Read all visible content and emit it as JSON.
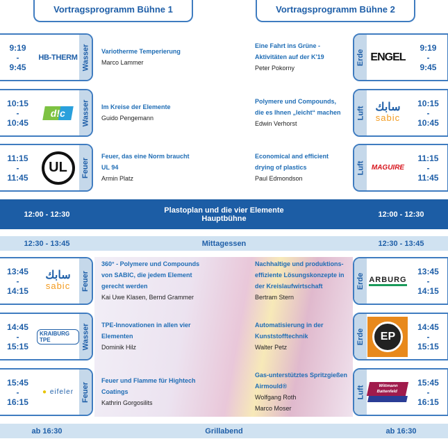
{
  "headers": [
    "Vortragsprogramm Bühne 1",
    "Vortragsprogramm Bühne 2"
  ],
  "colors": {
    "accent": "#1f5fa8",
    "tab": "#c5d8ea",
    "band": "#1c5da5",
    "light_band": "#d0e2f1"
  },
  "left": [
    {
      "start": "9:19",
      "end": "9:45",
      "logo": "HB-THERM",
      "element": "Wasser",
      "title": [
        "Variotherme Temperierung"
      ],
      "speakers": [
        "Marco Lammer"
      ]
    },
    {
      "start": "10:15",
      "end": "10:45",
      "logo": "d!c",
      "element": "Wasser",
      "title": [
        "Im Kreise der Elemente"
      ],
      "speakers": [
        "Guido Pengemann"
      ]
    },
    {
      "start": "11:15",
      "end": "11:45",
      "logo": "UL",
      "element": "Feuer",
      "title": [
        "Feuer, das eine Norm braucht",
        "UL 94"
      ],
      "speakers": [
        "Armin Platz"
      ]
    },
    {
      "start": "13:45",
      "end": "14:15",
      "logo": "sabic",
      "element": "Feuer",
      "title": [
        "360° - Polymere und Compounds",
        "von SABIC, die jedem Element",
        "gerecht werden"
      ],
      "speakers": [
        "Kai Uwe Klasen, Bernd Grammer"
      ]
    },
    {
      "start": "14:45",
      "end": "15:15",
      "logo": "KRAIBURG TPE",
      "element": "Wasser",
      "title": [
        "TPE-Innovationen in allen vier",
        "Elementen"
      ],
      "speakers": [
        "Dominik Hilz"
      ]
    },
    {
      "start": "15:45",
      "end": "16:15",
      "logo": "eifeler",
      "element": "Feuer",
      "title": [
        "Feuer und Flamme für Hightech",
        "Coatings"
      ],
      "speakers": [
        "Kathrin Gorgosilits"
      ]
    }
  ],
  "right": [
    {
      "start": "9:19",
      "end": "9:45",
      "logo": "ENGEL",
      "element": "Erde",
      "title": [
        "Eine Fahrt ins Grüne -",
        "Aktivitäten auf der K'19"
      ],
      "speakers": [
        "Peter Pokorny"
      ]
    },
    {
      "start": "10:15",
      "end": "10:45",
      "logo": "sabic",
      "element": "Luft",
      "title": [
        "Polymere und Compounds,",
        "die es Ihnen „leicht“ machen"
      ],
      "speakers": [
        "Edwin Verhorst"
      ]
    },
    {
      "start": "11:15",
      "end": "11:45",
      "logo": "MAGUIRE",
      "element": "Luft",
      "title": [
        "Economical and efficient",
        "drying of plastics"
      ],
      "speakers": [
        "Paul Edmondson"
      ]
    },
    {
      "start": "13:45",
      "end": "14:15",
      "logo": "ARBURG",
      "element": "Erde",
      "title": [
        "Nachhaltige und produktions-",
        "effiziente Lösungskonzepte in",
        "der Kreislaufwirtschaft"
      ],
      "speakers": [
        "Bertram Stern"
      ]
    },
    {
      "start": "14:45",
      "end": "15:15",
      "logo": "EP",
      "element": "Erde",
      "title": [
        "Automatisierung in der",
        "Kunststofftechnik"
      ],
      "speakers": [
        "Walter Petz"
      ]
    },
    {
      "start": "15:45",
      "end": "16:15",
      "logo": "Wittmann Battenfeld",
      "element": "Luft",
      "title": [
        "Gas-unterstütztes Spritzgießen",
        "Airmould®"
      ],
      "speakers": [
        "Wolfgang Roth",
        "Marco Moser"
      ]
    }
  ],
  "bands": [
    {
      "time": "12:00 - 12:30",
      "title": "Plastoplan und die vier Elemente",
      "subtitle": "Hauptbühne"
    },
    {
      "time": "12:30 - 13:45",
      "title": "Mittagessen"
    },
    {
      "time": "ab 16:30",
      "title": "Grillabend"
    }
  ],
  "dash": "-"
}
